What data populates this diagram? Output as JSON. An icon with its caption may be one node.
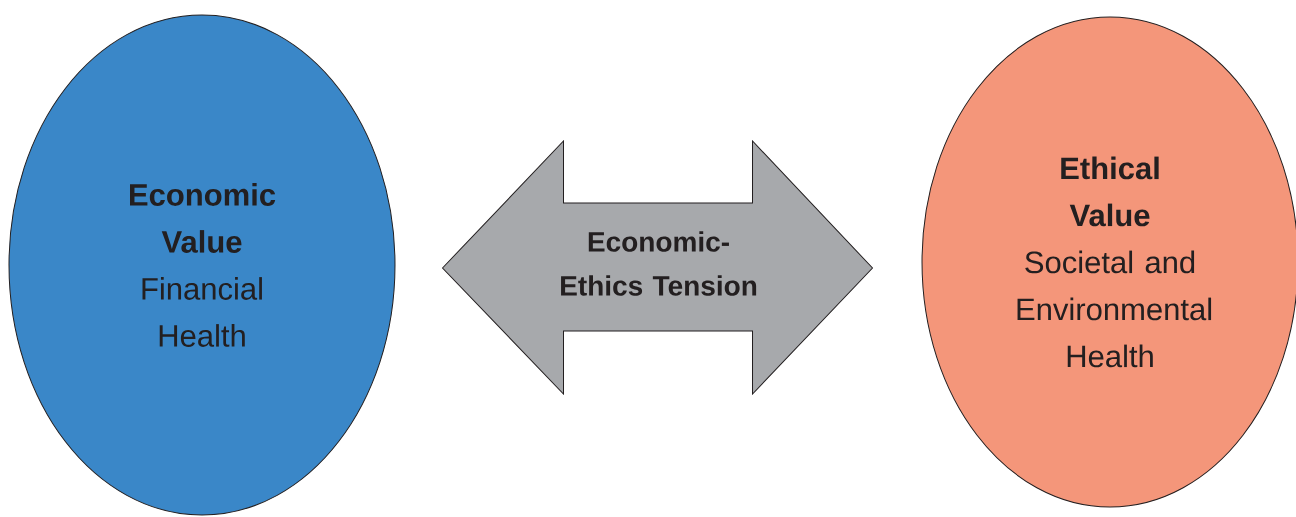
{
  "diagram": {
    "nodes": [
      {
        "text": [
          "Economic Value",
          "Financial Health"
        ]
      },
      {
        "text": [
          "Ethical Value",
          "Societal and Environmental Health"
        ]
      }
    ],
    "edges": [
      {
        "from": 0,
        "to": 1,
        "arrow": "both",
        "label": "Economic-Ethics Tension"
      }
    ]
  }
}
